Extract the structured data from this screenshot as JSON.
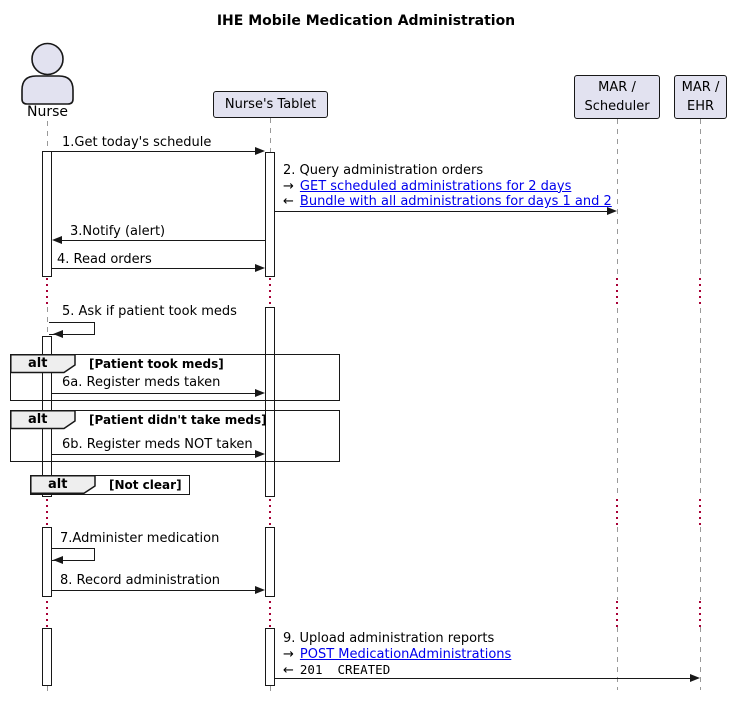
{
  "title": "IHE Mobile Medication Administration",
  "colors": {
    "participant_fill": "#E2E2F0",
    "border": "#181818",
    "lifeline": "#999999",
    "delay_dots": "#A80036",
    "fragment_header_fill": "#EEEEEE",
    "link": "#0000EE"
  },
  "participants": {
    "nurse": {
      "type": "actor",
      "label": "Nurse"
    },
    "tablet": {
      "type": "participant",
      "label": "Nurse's Tablet"
    },
    "scheduler": {
      "type": "participant",
      "line1": "MAR /",
      "line2": "Scheduler"
    },
    "ehr": {
      "type": "participant",
      "line1": "MAR /",
      "line2": "EHR"
    }
  },
  "messages": {
    "m1": {
      "label": "1.Get today's schedule",
      "from": "Nurse",
      "to": "Nurse's Tablet"
    },
    "m2": {
      "label": "2. Query administration orders",
      "request": {
        "prefix": "→",
        "label": "GET scheduled administrations for 2 days"
      },
      "response": {
        "prefix": "←",
        "label": "Bundle with all administrations for days 1 and 2"
      },
      "from": "Nurse's Tablet",
      "to": "MAR / Scheduler"
    },
    "m3": {
      "label": "3.Notify (alert)",
      "from": "Nurse's Tablet",
      "to": "Nurse"
    },
    "m4": {
      "label": "4. Read orders",
      "from": "Nurse",
      "to": "Nurse's Tablet"
    },
    "m5": {
      "label": "5. Ask if patient took meds",
      "from": "Nurse",
      "to": "Nurse"
    },
    "m6a": {
      "label": "6a. Register meds taken",
      "from": "Nurse",
      "to": "Nurse's Tablet"
    },
    "m6b": {
      "label": "6b. Register meds NOT taken",
      "from": "Nurse",
      "to": "Nurse's Tablet"
    },
    "m7": {
      "label": "7.Administer medication",
      "from": "Nurse",
      "to": "Nurse"
    },
    "m8": {
      "label": "8. Record administration",
      "from": "Nurse",
      "to": "Nurse's Tablet"
    },
    "m9": {
      "label": "9. Upload administration reports",
      "request": {
        "prefix": "→",
        "label": "POST MedicationAdministrations"
      },
      "response": {
        "prefix": "←",
        "label": "201  CREATED"
      },
      "from": "Nurse's Tablet",
      "to": "MAR / EHR"
    }
  },
  "fragments": {
    "alt1": {
      "operator": "alt",
      "condition": "[Patient took meds]"
    },
    "alt2": {
      "operator": "alt",
      "condition": "[Patient didn't take meds]"
    },
    "alt3": {
      "operator": "alt",
      "condition": "[Not clear]"
    }
  }
}
